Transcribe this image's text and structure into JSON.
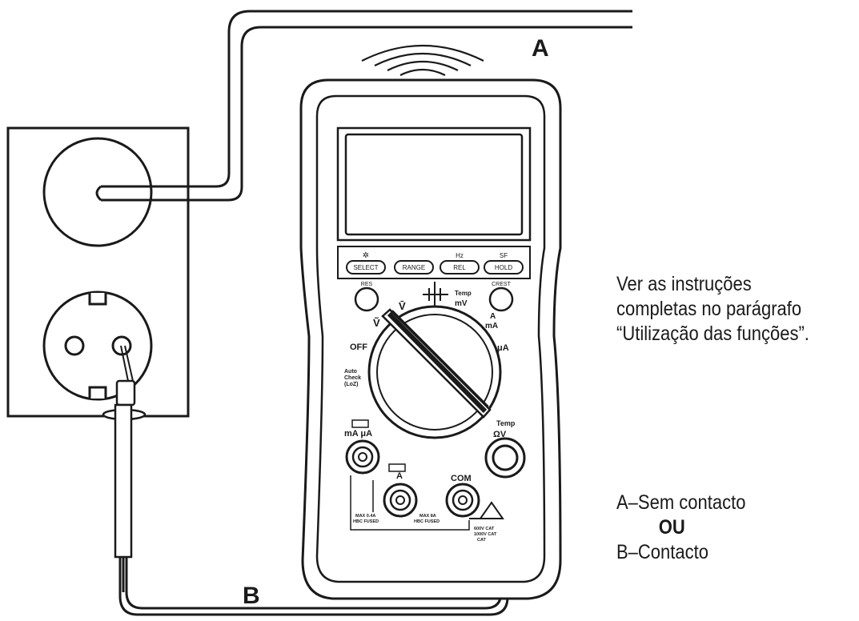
{
  "labels": {
    "a": "A",
    "b": "B"
  },
  "instructions": {
    "line1": "Ver as instruções",
    "line2": "completas no parágrafo",
    "line3": "“Utilização das funções”."
  },
  "legend": {
    "a": "A–Sem contacto",
    "or": "OU",
    "b": "B–Contacto"
  },
  "meter": {
    "buttons": [
      {
        "label": "SELECT",
        "top": "✲"
      },
      {
        "label": "RANGE",
        "top": ""
      },
      {
        "label": "REL",
        "top": "Hz"
      },
      {
        "label": "HOLD",
        "top": "SF"
      }
    ],
    "side_buttons": {
      "left": "RES",
      "right": "CREST"
    },
    "dial": {
      "off": "OFF",
      "auto_check": [
        "Auto",
        "Check",
        "(LoZ)"
      ],
      "ac_v": "Ṽ",
      "dc_v": "V̄",
      "temp": "Temp",
      "mv": "mV",
      "a_ma": "A",
      "ma": "mA",
      "ua": "μA"
    },
    "jacks": {
      "ma_ua": "mA μA",
      "a": "A",
      "com": "COM",
      "temp": "Temp",
      "v": "ΩV"
    },
    "fuse_notes": {
      "left": [
        "MAX 0.4A",
        "HBC FUSED"
      ],
      "mid": [
        "MAX 8A",
        "HBC FUSED"
      ],
      "cat": [
        "600V CAT",
        "1000V CAT",
        "CAT"
      ]
    }
  },
  "colors": {
    "ink": "#1a1a1a",
    "paper": "#ffffff"
  }
}
